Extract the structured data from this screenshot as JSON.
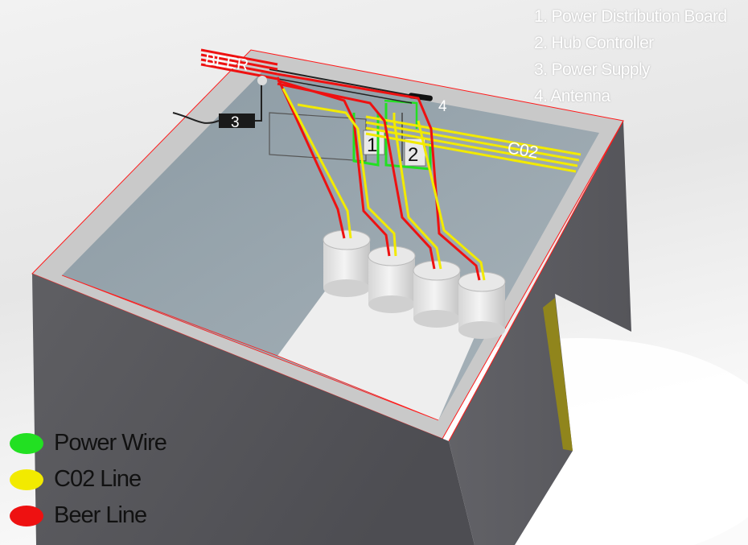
{
  "component_key": [
    {
      "number": "1",
      "label": "1. Power Distribution Board"
    },
    {
      "number": "2",
      "label": "2. Hub Controller"
    },
    {
      "number": "3",
      "label": "3. Power Supply"
    },
    {
      "number": "4",
      "label": "4. Antenna"
    }
  ],
  "markers": {
    "board": "1",
    "controller": "2",
    "power_supply": "3",
    "antenna": "4"
  },
  "bundle_labels": {
    "beer": "BEER",
    "co2": "C02"
  },
  "legend": [
    {
      "label": "Power Wire",
      "color": "#22e022"
    },
    {
      "label": "C02 Line",
      "color": "#f2ea00"
    },
    {
      "label": "Beer Line",
      "color": "#ee1111"
    }
  ],
  "colors": {
    "power_wire": "#22e022",
    "co2_line": "#f2ea00",
    "beer_line": "#ee1111"
  }
}
